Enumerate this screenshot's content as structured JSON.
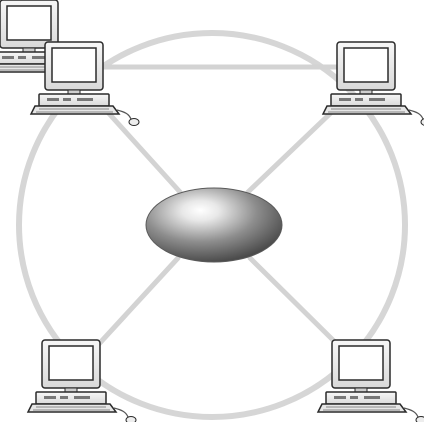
{
  "diagram": {
    "type": "network-topology",
    "topology": "ring-with-central-hub",
    "nodes": [
      {
        "id": "computer-top-left",
        "kind": "computer"
      },
      {
        "id": "computer-top-right",
        "kind": "computer"
      },
      {
        "id": "computer-bottom-left",
        "kind": "computer"
      },
      {
        "id": "computer-bottom-right",
        "kind": "computer"
      },
      {
        "id": "central-hub",
        "kind": "ellipse-hub"
      }
    ],
    "links": [
      {
        "from": "computer-top-left",
        "to": "computer-top-right",
        "style": "straight"
      },
      {
        "from": "computer-top-left",
        "to": "central-hub",
        "style": "straight"
      },
      {
        "from": "computer-top-right",
        "to": "central-hub",
        "style": "straight"
      },
      {
        "from": "computer-bottom-left",
        "to": "central-hub",
        "style": "straight"
      },
      {
        "from": "computer-bottom-right",
        "to": "central-hub",
        "style": "straight"
      }
    ],
    "ring": {
      "connects": [
        "computer-top-left",
        "computer-top-right",
        "computer-bottom-right",
        "computer-bottom-left"
      ]
    },
    "colors": {
      "link": "#d3d3d3",
      "ring": "#d6d6d6",
      "hub_dark": "#4a4a4a",
      "hub_light": "#f4f4f4",
      "computer_case": "#f0f0f0",
      "computer_outline": "#2a2a2a",
      "screen": "#ffffff"
    }
  }
}
